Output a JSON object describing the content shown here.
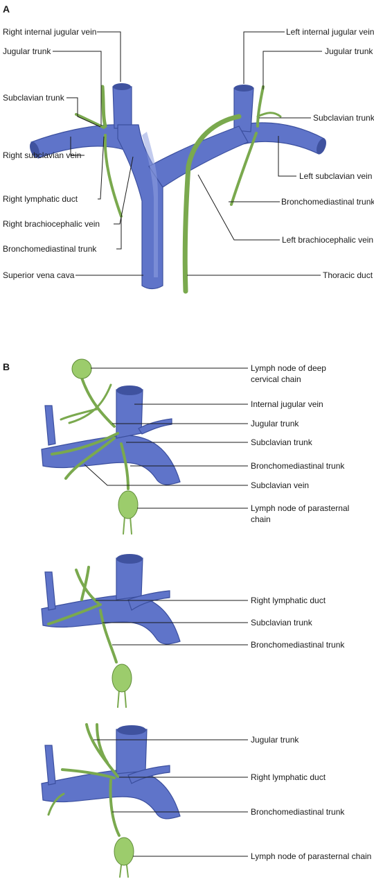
{
  "panel_a": {
    "letter": "A",
    "labels": {
      "right_internal_jugular_vein": "Right internal jugular vein",
      "right_jugular_trunk": "Jugular trunk",
      "right_subclavian_trunk": "Subclavian trunk",
      "right_subclavian_vein": "Right subclavian vein",
      "right_lymphatic_duct": "Right lymphatic duct",
      "right_brachiocephalic_vein": "Right brachiocephalic vein",
      "right_bronchomediastinal_trunk": "Bronchomediastinal trunk",
      "superior_vena_cava": "Superior vena cava",
      "left_internal_jugular_vein": "Left internal jugular vein",
      "left_jugular_trunk": "Jugular trunk",
      "left_subclavian_trunk": "Subclavian trunk",
      "left_subclavian_vein": "Left subclavian vein",
      "left_bronchomediastinal_trunk": "Bronchomediastinal trunk",
      "left_brachiocephalic_vein": "Left brachiocephalic vein",
      "thoracic_duct": "Thoracic duct"
    }
  },
  "panel_b": {
    "letter": "B",
    "variant1": {
      "deep_cervical_node_1": "Lymph node of deep",
      "deep_cervical_node_2": "cervical chain",
      "internal_jugular_vein": "Internal jugular vein",
      "jugular_trunk": "Jugular trunk",
      "subclavian_trunk": "Subclavian trunk",
      "bronchomediastinal_trunk": "Bronchomediastinal trunk",
      "subclavian_vein": "Subclavian vein",
      "parasternal_node_1": "Lymph node of parasternal",
      "parasternal_node_2": "chain"
    },
    "variant2": {
      "right_lymphatic_duct": "Right lymphatic duct",
      "subclavian_trunk": "Subclavian trunk",
      "bronchomediastinal_trunk": "Bronchomediastinal trunk"
    },
    "variant3": {
      "jugular_trunk": "Jugular trunk",
      "right_lymphatic_duct": "Right lymphatic duct",
      "bronchomediastinal_trunk": "Bronchomediastinal trunk",
      "parasternal_node": "Lymph node of parasternal chain"
    }
  },
  "colors": {
    "vein": "#5f74c9",
    "vein_outline": "#3b4f9e",
    "lymphatic": "#9ccc6c"
  }
}
